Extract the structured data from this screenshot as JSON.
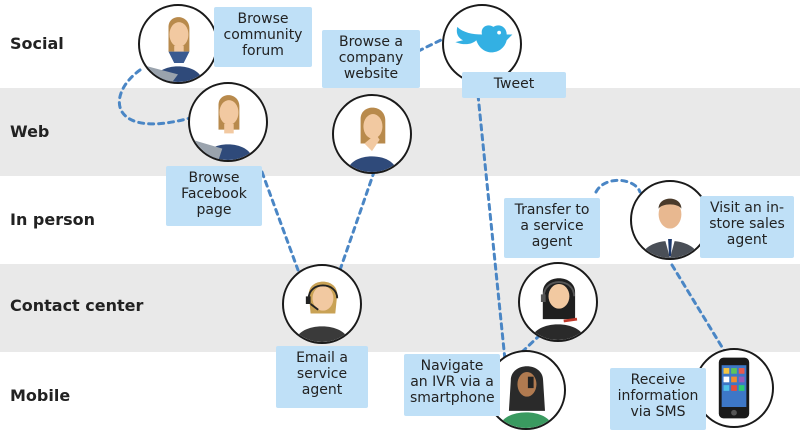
{
  "lanes": [
    "Social",
    "Web",
    "In person",
    "Contact center",
    "Mobile"
  ],
  "steps": [
    {
      "id": "forum",
      "label": "Browse community forum",
      "icon": "woman-laptop-icon"
    },
    {
      "id": "facebook",
      "label": "Browse Facebook page",
      "icon": "woman-laptop-icon"
    },
    {
      "id": "website",
      "label": "Browse a company website",
      "icon": "woman-thinking-icon"
    },
    {
      "id": "tweet",
      "label": "Tweet",
      "icon": "twitter-bird-icon"
    },
    {
      "id": "email",
      "label": "Email a service agent",
      "icon": "headset-agent-icon"
    },
    {
      "id": "ivr",
      "label": "Navigate an IVR via a smartphone",
      "icon": "woman-phone-icon"
    },
    {
      "id": "transfer",
      "label": "Transfer to a service agent",
      "icon": "headset-agent-icon"
    },
    {
      "id": "instore",
      "label": "Visit an in-store sales agent",
      "icon": "businessman-icon"
    },
    {
      "id": "sms",
      "label": "Receive information via SMS",
      "icon": "smartphone-icon"
    }
  ],
  "colors": {
    "label_bg": "#bfe0f7",
    "connector": "#4a86c5",
    "lane_stripe": "#e9e9e9"
  }
}
